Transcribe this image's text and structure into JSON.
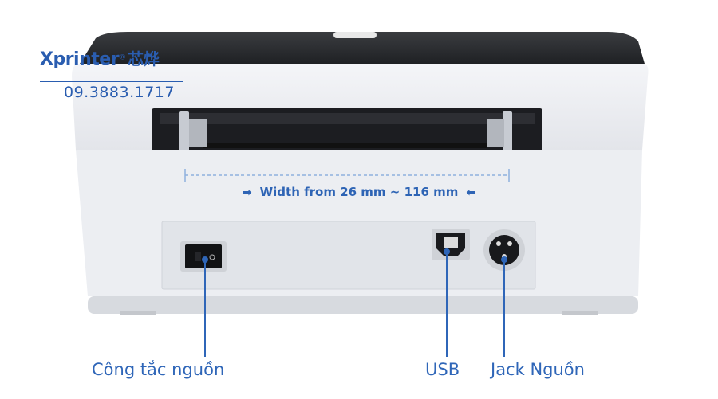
{
  "brand": {
    "name": "Xprinter",
    "registered": "®",
    "cn": "芯烨",
    "phone": "09.3883.1717"
  },
  "width_label": {
    "text": "Width from 26 mm ~ 116 mm",
    "left_arrow": "➡",
    "right_arrow": "⬅"
  },
  "callouts": {
    "switch": "Công tắc nguồn",
    "usb": "USB",
    "jack": "Jack Nguồn"
  },
  "colors": {
    "accent": "#2f66b8",
    "printer_body": "#eceef2",
    "printer_top": "#2b2d31"
  }
}
